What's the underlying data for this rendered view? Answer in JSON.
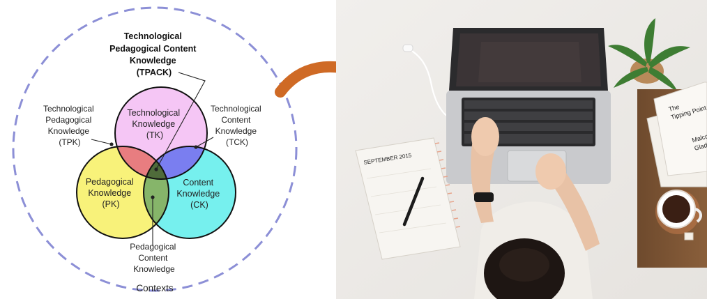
{
  "diagram": {
    "tpack": [
      "Technological",
      "Pedagogical Content",
      "Knowledge",
      "(TPACK)"
    ],
    "tk": [
      "Technological",
      "Knowledge",
      "(TK)"
    ],
    "pk": [
      "Pedagogical",
      "Knowledge",
      "(PK)"
    ],
    "ck": [
      "Content",
      "Knowledge",
      "(CK)"
    ],
    "tpk": [
      "Technological",
      "Pedagogical",
      "Knowledge",
      "(TPK)"
    ],
    "tck": [
      "Technological",
      "Content",
      "Knowledge",
      "(TCK)"
    ],
    "pck": [
      "Pedagogical",
      "Content",
      "Knowledge"
    ],
    "contexts": "Contexts"
  },
  "photo": {
    "calendar_heading": "SEPTEMBER 2015",
    "book_spine_lines": [
      "The",
      "Tipping Point",
      "Malcolm",
      "Gladwell"
    ]
  },
  "colors": {
    "tk_circle": "#f5c6f5",
    "pk_circle": "#f8f27a",
    "ck_circle": "#76f0ee",
    "tpk_region": "#e87d80",
    "tck_region": "#7a7ef0",
    "pck_region": "#86b56a",
    "tpack_region": "#4f6b3a",
    "contexts_ring": "#8c8fd6",
    "arrow": "#cf6a25"
  }
}
